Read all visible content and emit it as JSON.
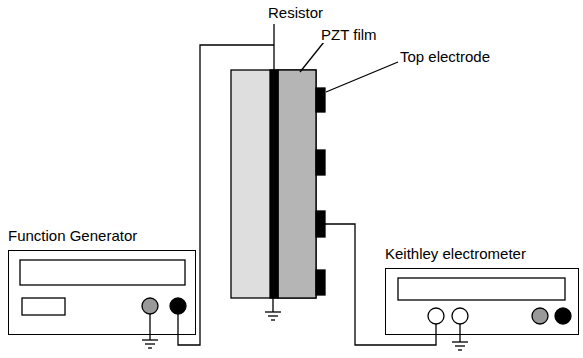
{
  "diagram": {
    "nodes": [
      {
        "text": [
          "Function Generator"
        ]
      },
      {
        "text": [
          "Keithley electrometer"
        ]
      }
    ],
    "labels": [
      "Resistor",
      "PZT film",
      "Top electrode"
    ]
  }
}
